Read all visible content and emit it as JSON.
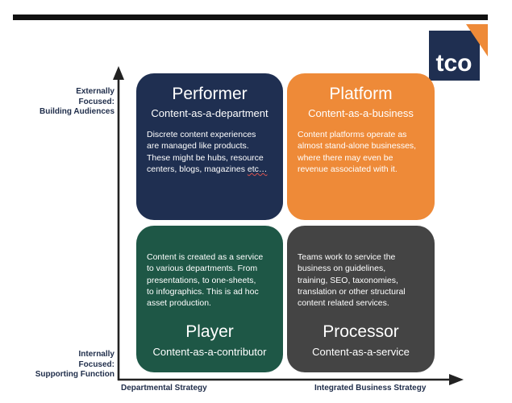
{
  "axis": {
    "y_top_lines": [
      "Externally",
      "Focused:",
      "Building Audiences"
    ],
    "y_bottom_lines": [
      "Internally",
      "Focused:",
      "Supporting Function"
    ],
    "x_left": "Departmental Strategy",
    "x_right": "Integrated Business Strategy"
  },
  "logo": {
    "text": "tco"
  },
  "colors": {
    "performer": "#1f2f51",
    "platform": "#ee8a38",
    "player": "#1e5746",
    "processor": "#444444",
    "logo_navy": "#1f2f51",
    "logo_orange": "#ee8a38"
  },
  "quadrants": {
    "performer": {
      "title": "Performer",
      "subtitle": "Content-as-a-department",
      "body_lines": [
        "Discrete content experiences",
        "are managed like products.",
        "These might be hubs, resource",
        "centers, blogs, magazines "
      ],
      "body_tail": "etc…"
    },
    "platform": {
      "title": "Platform",
      "subtitle": "Content-as-a-business",
      "body_lines": [
        "Content platforms operate as",
        "almost stand-alone businesses,",
        "where there may even be",
        "revenue associated with it."
      ]
    },
    "player": {
      "title": "Player",
      "subtitle": "Content-as-a-contributor",
      "body_lines": [
        "Content is created as a service",
        "to various departments. From",
        "presentations, to one-sheets,",
        "to infographics. This is ad hoc",
        "asset production."
      ]
    },
    "processor": {
      "title": "Processor",
      "subtitle": "Content-as-a-service",
      "body_lines": [
        "Teams work to service the",
        "business on guidelines,",
        "training, SEO, taxonomies,",
        "translation or other structural",
        "content related services."
      ]
    }
  }
}
